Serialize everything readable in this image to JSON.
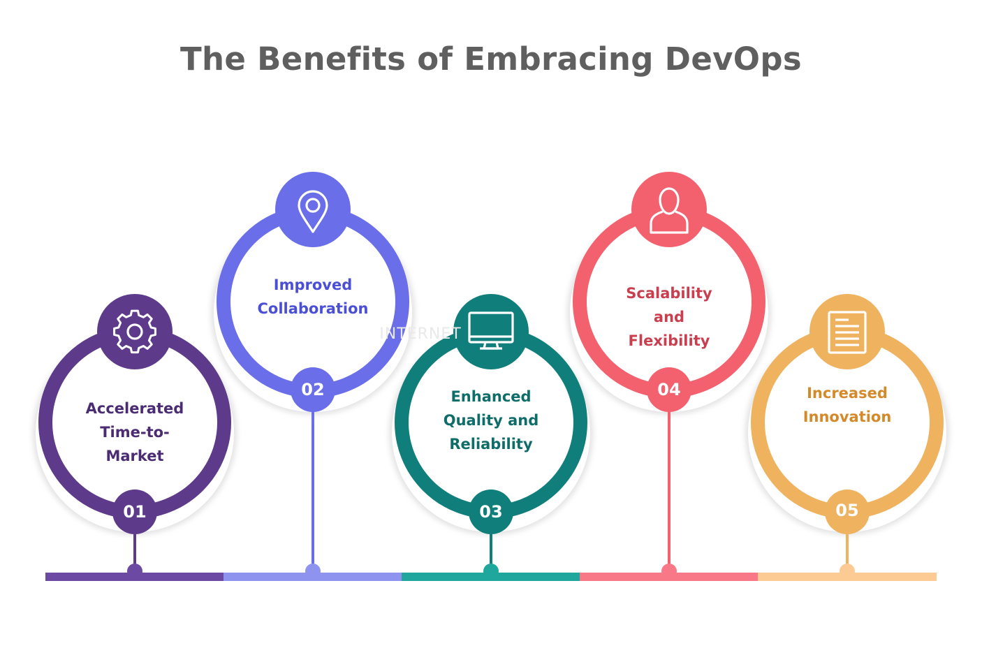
{
  "title": "The Benefits of Embracing DevOps",
  "watermark": "INTERNET",
  "items": [
    {
      "number": "01",
      "label": "Accelerated\nTime-to-\nMarket",
      "icon": "gear-icon",
      "color": "#5d3b8a",
      "label_color": "#4b2c73",
      "bar_color": "#6c4aa3"
    },
    {
      "number": "02",
      "label": "Improved\nCollaboration",
      "icon": "location-pin-icon",
      "color": "#6a6ee8",
      "label_color": "#4b4fd6",
      "bar_color": "#8f93f0"
    },
    {
      "number": "03",
      "label": "Enhanced\nQuality and\nReliability",
      "icon": "monitor-icon",
      "color": "#107f7b",
      "label_color": "#0e6d69",
      "bar_color": "#1fa79d"
    },
    {
      "number": "04",
      "label": "Scalability\nand\nFlexibility",
      "icon": "user-icon",
      "color": "#f3606e",
      "label_color": "#c93f4f",
      "bar_color": "#f97888"
    },
    {
      "number": "05",
      "label": "Increased\nInnovation",
      "icon": "document-icon",
      "color": "#efb25f",
      "label_color": "#d48a2a",
      "bar_color": "#fbcb93"
    }
  ]
}
